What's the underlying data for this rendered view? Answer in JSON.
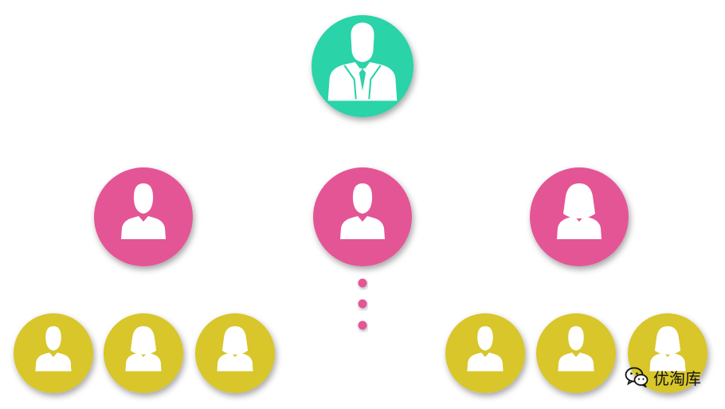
{
  "colors": {
    "root": "#2ad3a8",
    "level2": "#e45496",
    "level3": "#d8c62a",
    "connector_root": "#2fc7a1",
    "connector_level2": "#e0609c",
    "dots": "#e45496",
    "icon": "#ffffff"
  },
  "nodes": [
    {
      "id": "root",
      "level": 1,
      "icon": "businessman-icon"
    },
    {
      "id": "m1",
      "level": 2,
      "icon": "male-user-icon",
      "parent": "root"
    },
    {
      "id": "m2",
      "level": 2,
      "icon": "male-user-icon",
      "parent": "root"
    },
    {
      "id": "m3",
      "level": 2,
      "icon": "female-user-icon",
      "parent": "root"
    },
    {
      "id": "l1",
      "level": 3,
      "icon": "male-user-icon",
      "parent": "m1"
    },
    {
      "id": "l2",
      "level": 3,
      "icon": "female-user-icon",
      "parent": "m1"
    },
    {
      "id": "l3",
      "level": 3,
      "icon": "female-user-icon",
      "parent": "m1"
    },
    {
      "id": "r1",
      "level": 3,
      "icon": "male-user-icon",
      "parent": "m3"
    },
    {
      "id": "r2",
      "level": 3,
      "icon": "male-user-icon",
      "parent": "m3"
    },
    {
      "id": "r3",
      "level": 3,
      "icon": "female-user-icon",
      "parent": "m3"
    }
  ],
  "ellipsis_under": "m2",
  "watermark": {
    "text": "优淘库",
    "icon": "wechat-icon"
  }
}
